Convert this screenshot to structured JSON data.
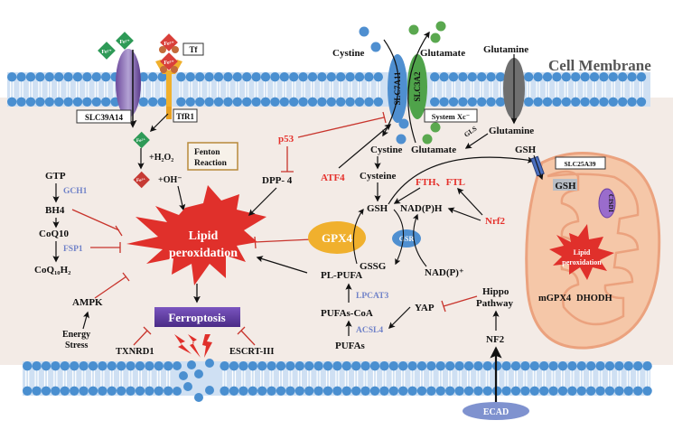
{
  "title": "Ferroptosis signaling pathways",
  "colors": {
    "cytoplasm": "#f3ebe6",
    "membrane_head": "#4a8fd0",
    "membrane_tail": "#ffffff",
    "lipid_peroxidation": "#e0302b",
    "ferroptosis_box": "#5b3a9c",
    "gpx4": "#f0b02d",
    "gsr": "#4f8fd0",
    "mito": "#f5c7a8",
    "mito_edge": "#eba27e",
    "inhibit": "#c8342c",
    "activator_text": "#e5302b",
    "enzyme_text": "#7082c8"
  },
  "labels": {
    "cell_membrane": "Cell Membrane",
    "slc39a14": "SLC39A14",
    "tf": "Tf",
    "tfr1": "TfR1",
    "fe2": "Fe",
    "fe2_sup": "2+",
    "fe3": "Fe",
    "fe3_sup": "3+",
    "h2o2": "+H₂O₂",
    "oh": "+OH⁻",
    "fenton_line1": "Fenton",
    "fenton_line2": "Reaction",
    "cystine_out": "Cystine",
    "glutamate_out": "Glutamate",
    "glutamine_out": "Glutamine",
    "slc7a11": "SLC7A11",
    "slc3a2": "SLC3A2",
    "system_xc": "System Xc⁻",
    "glutamine_in": "Glutamine",
    "gls": "GLS",
    "glutamate_in": "Glutamate",
    "cystine_in": "Cystine",
    "cysteine": "Cysteine",
    "gsh": "GSH",
    "nadph": "NAD(P)H",
    "gsr": "GSR",
    "gssg": "GSSG",
    "nadp": "NAD(P)⁺",
    "gpx4": "GPX4",
    "fth_ftl": "FTH、FTL",
    "nrf2": "Nrf2",
    "p53": "p53",
    "atf4": "ATF4",
    "dpp4": "DPP- 4",
    "gtp": "GTP",
    "gch1": "GCH1",
    "bh4": "BH4",
    "coq10": "CoQ10",
    "fsp1": "FSP1",
    "coq10h2": "CoQ₁₀H₂",
    "ampk": "AMPK",
    "energy_line1": "Energy",
    "energy_line2": "Stress",
    "lipid_line1": "Lipid",
    "lipid_line2": "peroxidation",
    "ferroptosis": "Ferroptosis",
    "txnrd1": "TXNRD1",
    "escrt": "ESCRT-III",
    "pl_pufa": "PL-PUFA",
    "lpcat3": "LPCAT3",
    "pufas_coa": "PUFAs-CoA",
    "acsl4": "ACSL4",
    "pufas": "PUFAs",
    "yap": "YAP",
    "hippo_line1": "Hippo",
    "hippo_line2": "Pathway",
    "nf2": "NF2",
    "ecad": "ECAD",
    "gsh_mito_out": "GSH",
    "slc25a39": "SLC25A39",
    "gsh_mito_in": "GSH",
    "cisd1": "CISD1",
    "mito_lipid_line1": "Lipid",
    "mito_lipid_line2": "peroxidation",
    "mgpx4": "mGPX4",
    "dhodh": "DHODH"
  }
}
